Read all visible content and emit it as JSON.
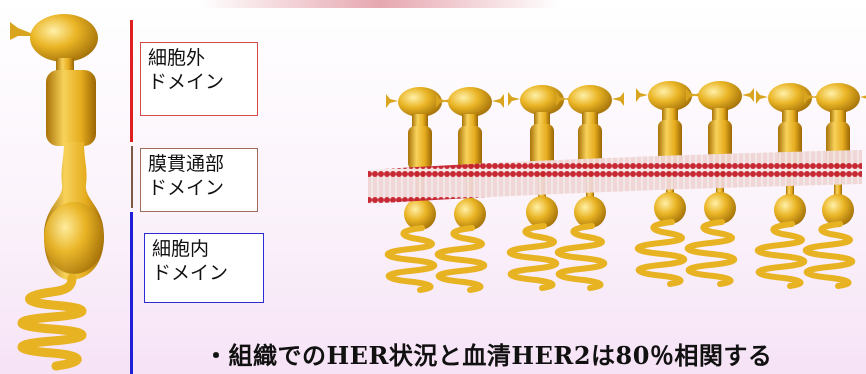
{
  "labels": {
    "extracellular": [
      "細胞外",
      "ドメイン"
    ],
    "transmembrane": [
      "膜貫通部",
      "ドメイン"
    ],
    "intracellular": [
      "細胞内",
      "ドメイン"
    ]
  },
  "caption": "・組織でのHER状況と血清HER2は80％相関する",
  "colors": {
    "receptor_gold": "#e8b322",
    "membrane_red": "#c41e2b",
    "bracket_extracellular": "#e02020",
    "bracket_transmembrane": "#7a5a44",
    "bracket_intracellular": "#1f1fd8"
  }
}
